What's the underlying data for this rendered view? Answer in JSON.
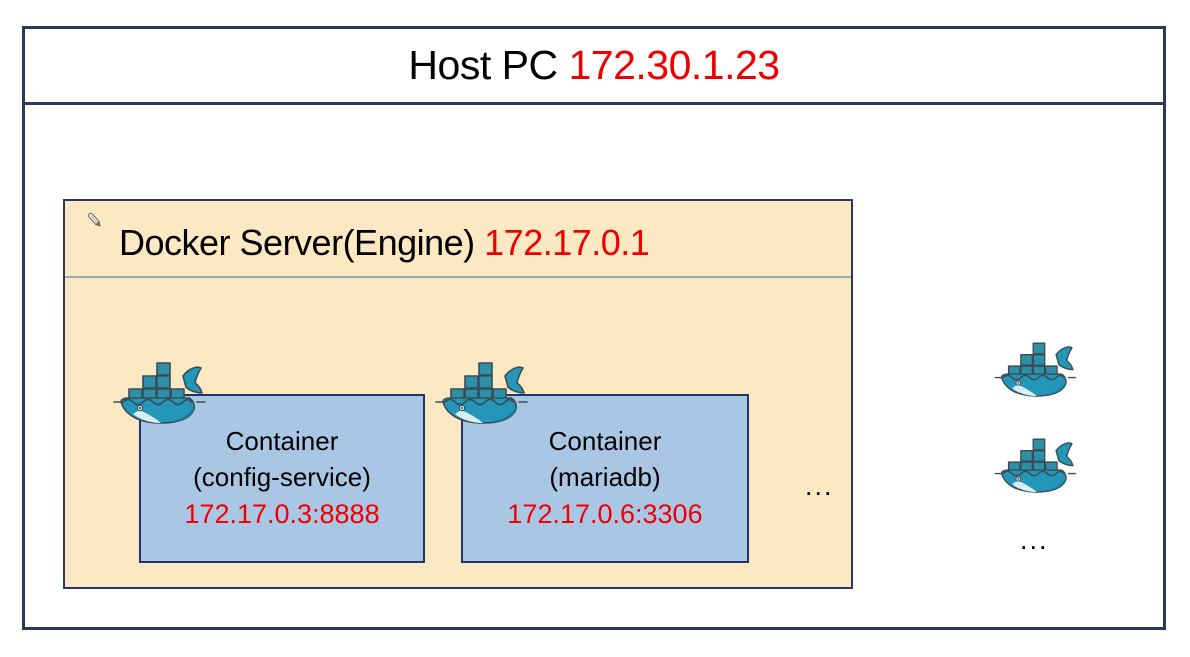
{
  "colors": {
    "frame_border": "#2b3a5c",
    "docker_bg": "#fce8c2",
    "docker_border": "#2b3a5c",
    "container_bg": "#a9c7e4",
    "container_border": "#22356b",
    "ip_text": "#ee0000",
    "text": "#000000",
    "whale_body": "#2396ba",
    "whale_body_dark": "#1a7d9c",
    "whale_containers": "#2d8fa8",
    "whale_outline": "#394d54",
    "page_bg": "#ffffff"
  },
  "host": {
    "title_label": "Host PC",
    "title_ip": "172.30.1.23"
  },
  "docker": {
    "title_label": "Docker Server(Engine)",
    "title_ip": "172.17.0.1",
    "pen_icon_name": "pen-icon",
    "ellipsis": "...",
    "containers": [
      {
        "line1": "Container",
        "line2": "(config-service)",
        "ip": "172.17.0.3:8888",
        "whale_icon_name": "docker-whale-icon"
      },
      {
        "line1": "Container",
        "line2": "(mariadb)",
        "ip": "172.17.0.6:3306",
        "whale_icon_name": "docker-whale-icon"
      }
    ]
  },
  "outside": {
    "whale_icon_name": "docker-whale-icon",
    "whale_count": 2,
    "ellipsis": "..."
  }
}
